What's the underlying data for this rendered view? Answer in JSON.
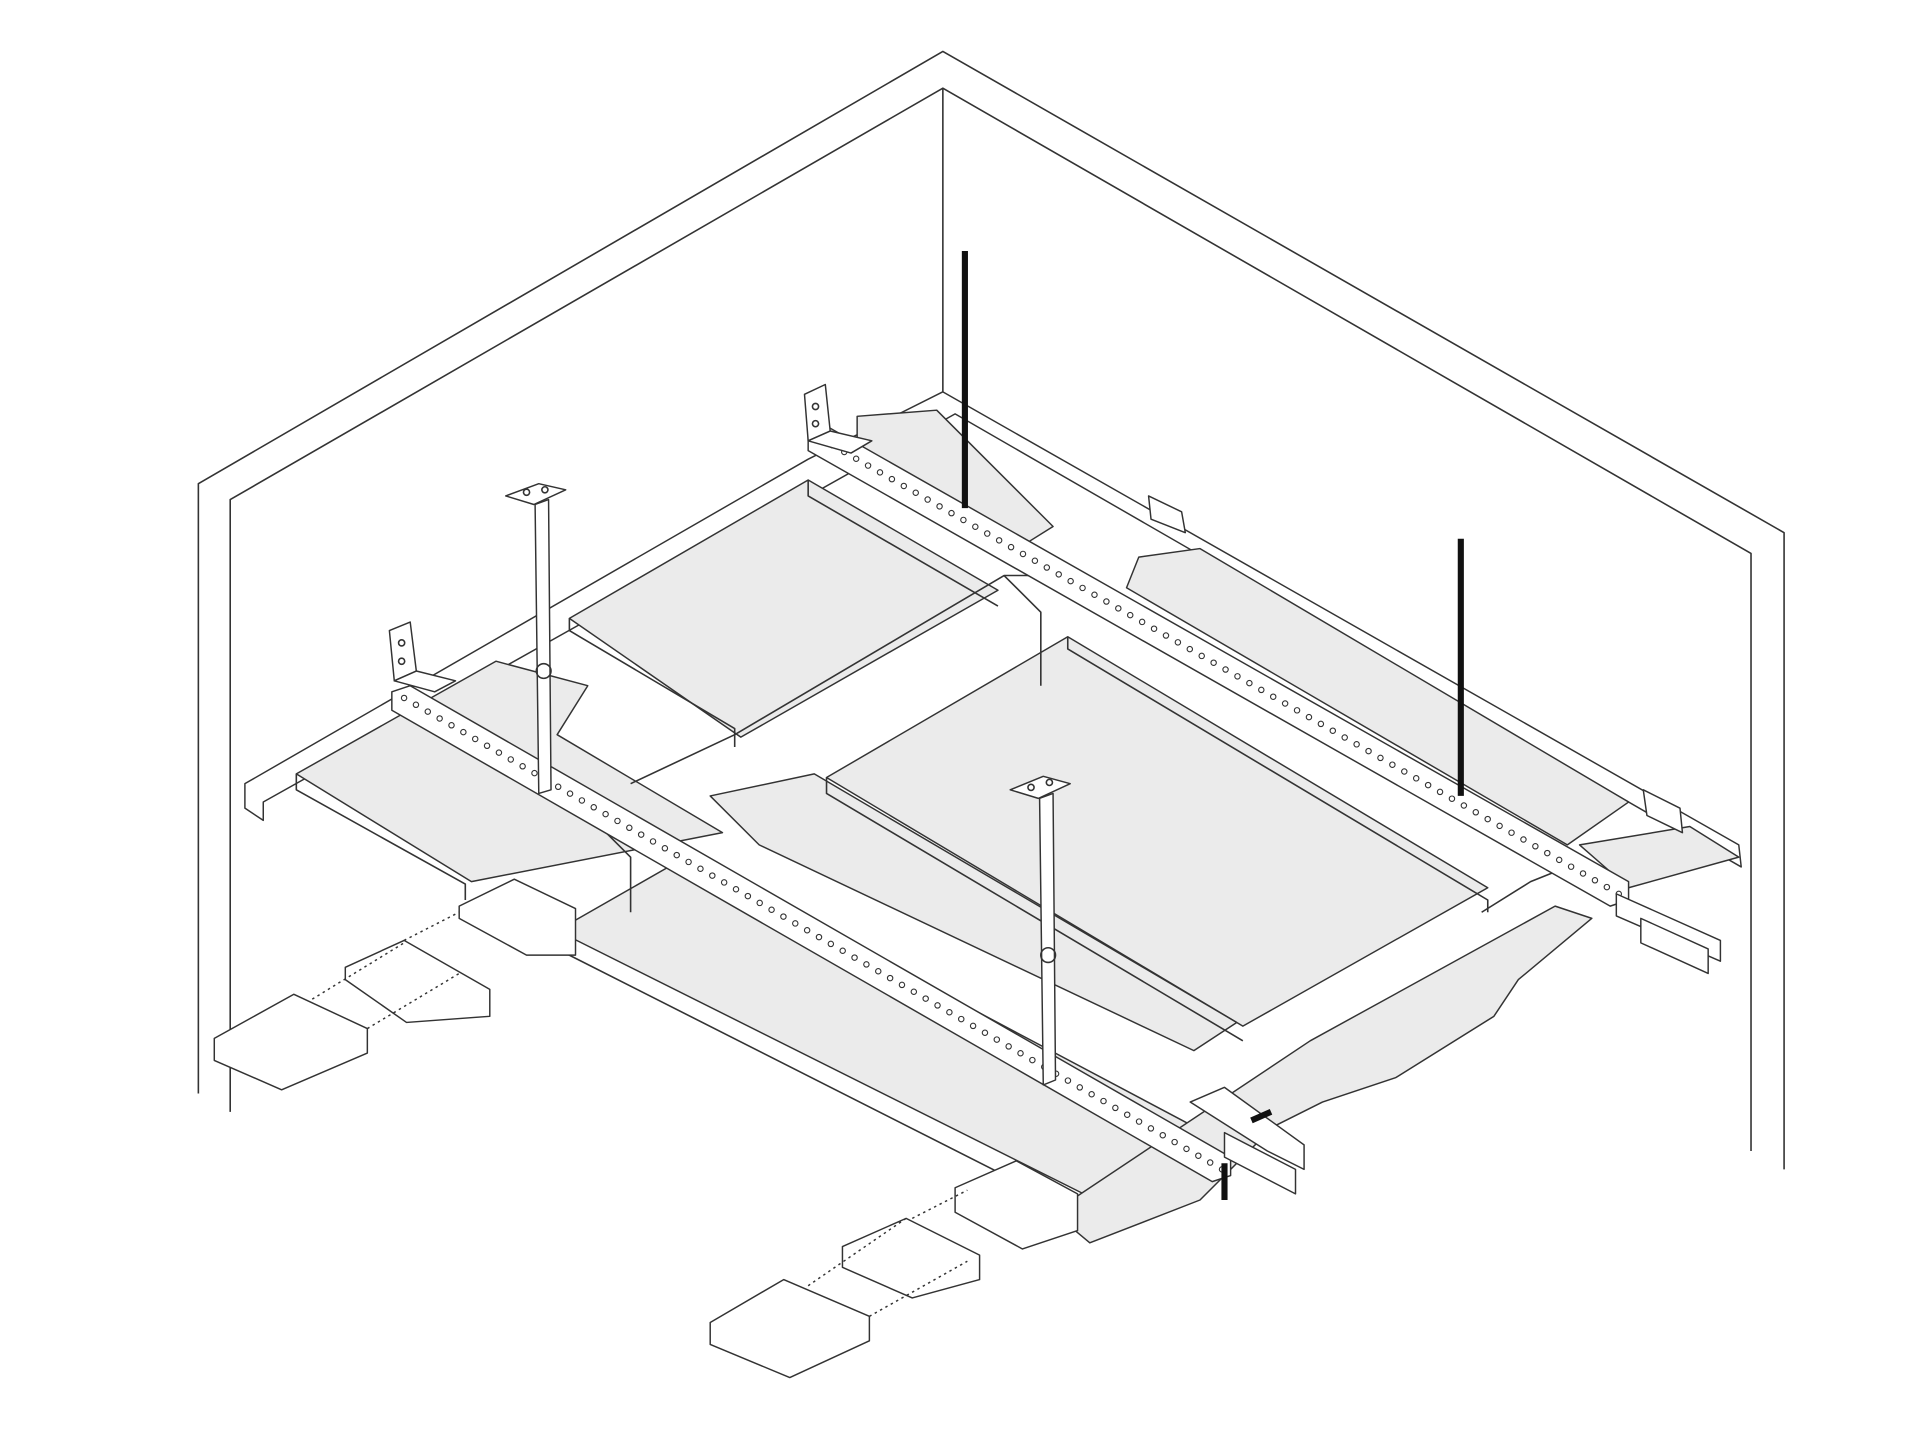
{
  "diagram": {
    "title": "",
    "colors": {
      "line": "#333333",
      "panel_fill": "#ebebeb",
      "rod": "#111111",
      "background": "#ffffff"
    },
    "components": [
      "room-corner-walls",
      "ceiling-panels",
      "perforated-main-rails",
      "threaded-rods",
      "vertical-hangers",
      "wall-brackets",
      "c-channel-profiles",
      "bolt-connector"
    ]
  }
}
